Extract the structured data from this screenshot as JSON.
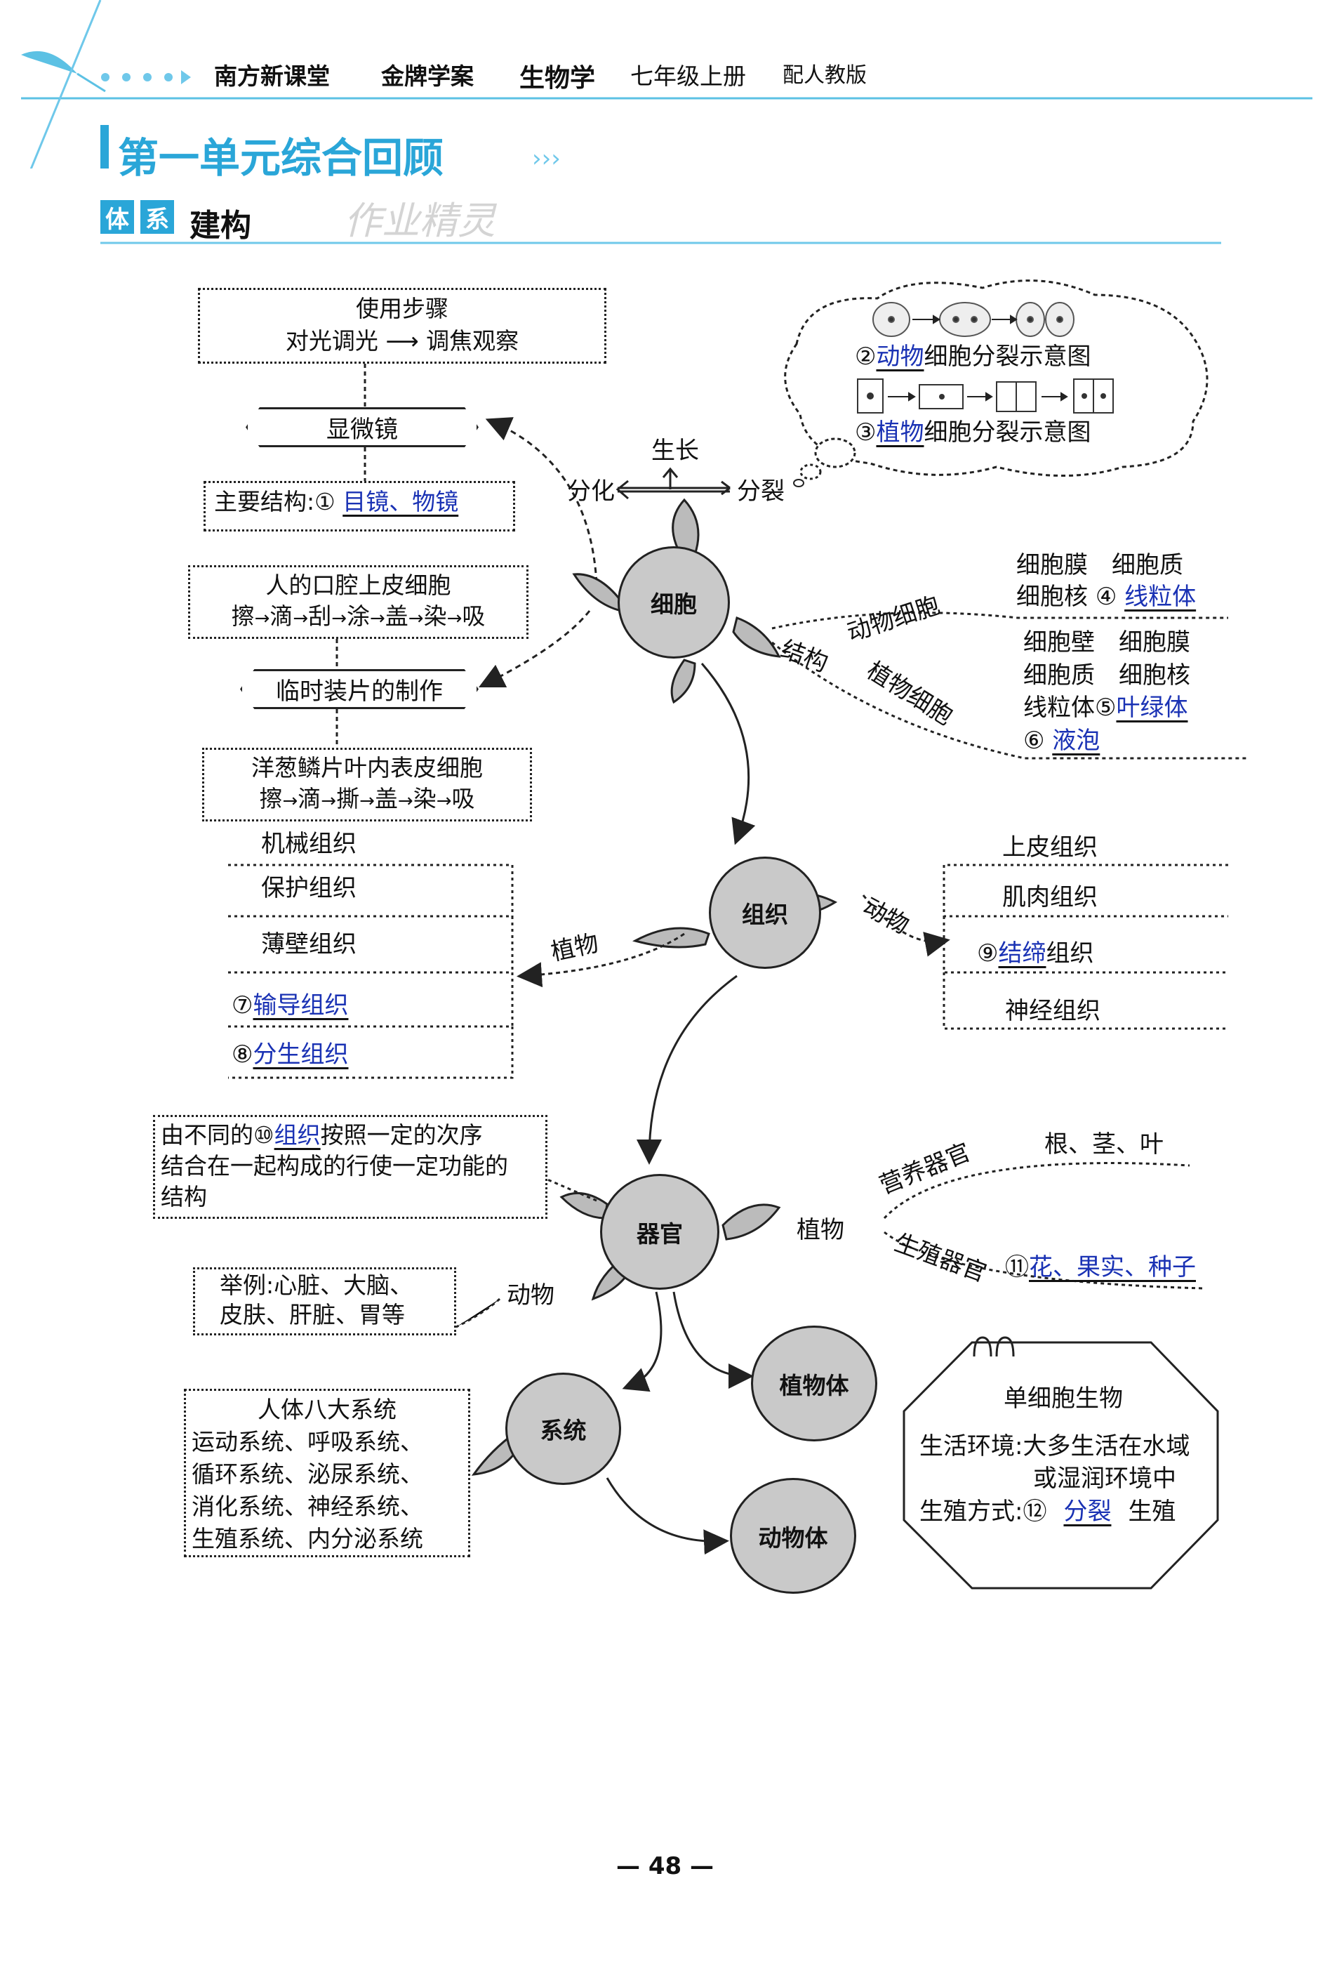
{
  "header": {
    "series": "南方新课堂",
    "book": "金牌学案",
    "subject": "生物学",
    "grade": "七年级上册",
    "edition": "配人教版"
  },
  "title": "第一单元综合回顾",
  "section": {
    "prefix1": "体",
    "prefix2": "系",
    "label": "建构",
    "watermark": "作业精灵"
  },
  "microscope": {
    "steps_title": "使用步骤",
    "steps_from": "对光调光",
    "steps_to": "调焦观察",
    "name": "显微镜",
    "structure_label": "主要结构:",
    "num1": "①",
    "answer1": "目镜、物镜"
  },
  "slide": {
    "cheek_title": "人的口腔上皮细胞",
    "cheek_steps": [
      "擦",
      "滴",
      "刮",
      "涂",
      "盖",
      "染",
      "吸"
    ],
    "name": "临时装片的制作",
    "onion_title": "洋葱鳞片叶内表皮细胞",
    "onion_steps": [
      "擦",
      "滴",
      "撕",
      "盖",
      "染",
      "吸"
    ]
  },
  "division": {
    "num2": "②",
    "answer2": "动物",
    "text2": "细胞分裂示意图",
    "num3": "③",
    "answer3": "植物",
    "text3": "细胞分裂示意图"
  },
  "cell": {
    "name": "细胞",
    "grow": "生长",
    "diff": "分化",
    "split": "分裂",
    "structure": "结构",
    "animal_label": "动物细胞",
    "plant_label": "植物细胞",
    "animal_line1": "细胞膜　细胞质",
    "animal_line2": "细胞核",
    "num4": "④",
    "answer4": "线粒体",
    "plant_line1": "细胞壁　细胞膜",
    "plant_line2": "细胞质　细胞核",
    "plant_line3": "线粒体",
    "num5": "⑤",
    "answer5": "叶绿体",
    "num6": "⑥",
    "answer6": "液泡"
  },
  "tissue": {
    "name": "组织",
    "plant_label": "植物",
    "animal_label": "动物",
    "plant_items": [
      "机械组织",
      "保护组织",
      "薄壁组织"
    ],
    "num7": "⑦",
    "answer7": "输导组织",
    "num8": "⑧",
    "answer8": "分生组织",
    "animal_items": [
      "上皮组织",
      "肌肉组织"
    ],
    "num9": "⑨",
    "answer9": "结缔",
    "suffix9": "组织",
    "animal_last": "神经组织"
  },
  "organ": {
    "name": "器官",
    "def_pre": "由不同的",
    "num10": "⑩",
    "answer10": "组织",
    "def_post1": "按照一定的次序",
    "def_line2": "结合在一起构成的行使一定功能的",
    "def_line3": "结构",
    "plant_label": "植物",
    "veg_label": "营养器官",
    "veg_items": "根、茎、叶",
    "rep_label": "生殖器官",
    "num11": "⑪",
    "answer11": "花、果实、种子",
    "animal_label": "动物",
    "example_line1": "举例:心脏、大脑、",
    "example_line2": "皮肤、肝脏、胃等"
  },
  "system": {
    "name": "系统",
    "title": "人体八大系统",
    "lines": [
      "运动系统、呼吸系统、",
      "循环系统、泌尿系统、",
      "消化系统、神经系统、",
      "生殖系统、内分泌系统"
    ]
  },
  "plant_body": "植物体",
  "animal_body": "动物体",
  "unicell": {
    "title": "单细胞生物",
    "env_line1": "生活环境:大多生活在水域",
    "env_line2": "或湿润环境中",
    "rep_pre": "生殖方式:",
    "num12": "⑫",
    "answer12": "分裂",
    "rep_post": "生殖"
  },
  "page_number": "48",
  "colors": {
    "accent": "#2aa6d8",
    "answer": "#1a32b4",
    "node": "#c9c9c9"
  }
}
